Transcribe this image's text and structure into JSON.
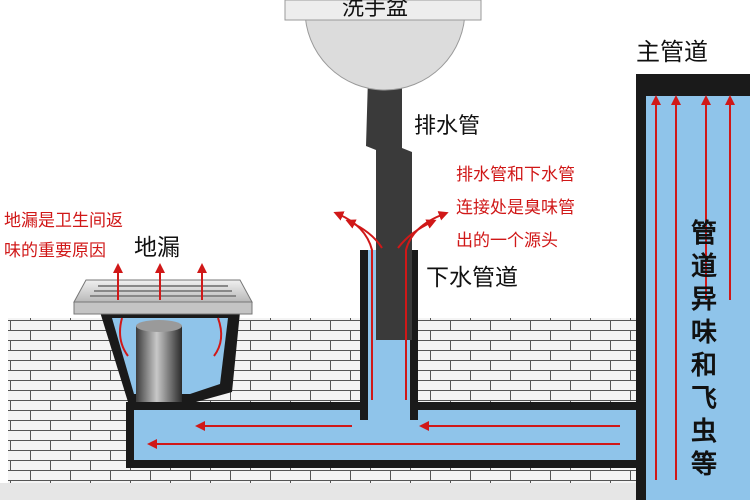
{
  "labels": {
    "basin": "洗手盆",
    "drain_pipe": "排水管",
    "main_pipe": "主管道",
    "floor_drain": "地漏",
    "sewer_pipe": "下水管道"
  },
  "notes": {
    "floor_drain_note": [
      "地漏是卫生间返",
      "味的重要原因"
    ],
    "joint_note": [
      "排水管和下水管",
      "连接处是臭味管",
      "出的一个源头"
    ],
    "main_pipe_note": [
      "管",
      "道",
      "异",
      "味",
      "和",
      "飞",
      "虫",
      "等"
    ]
  },
  "colors": {
    "water": "#8fc4ea",
    "pipe_wall": "#1a1a1a",
    "arrow": "#d01818",
    "brick_line": "#555555",
    "brick_fill": "#f4f4f4",
    "note_text": "#d01818"
  },
  "icons": {
    "odor_arrow": "red-arrow-up",
    "grate": "drain-grate"
  }
}
